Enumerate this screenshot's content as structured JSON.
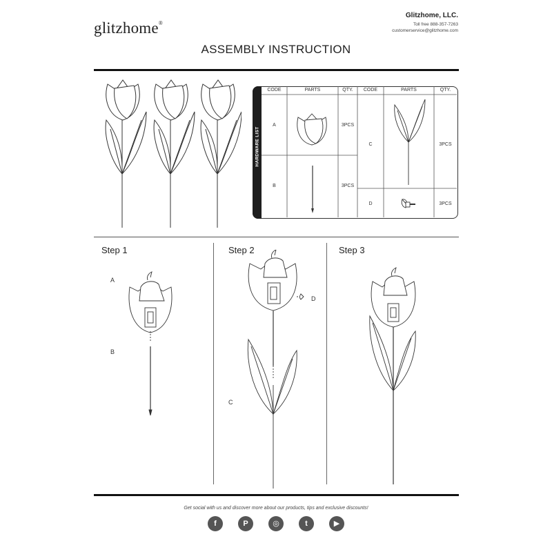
{
  "header": {
    "logo": "glitzhome",
    "logo_mark": "®",
    "company_name": "Glitzhome, LLC.",
    "toll_free": "Toll free 888-357-7263",
    "email": "customerservice@glitzhome.com",
    "title": "ASSEMBLY INSTRUCTION"
  },
  "hardware_list": {
    "side_label": "HARDWARE LIST",
    "headers": [
      "CODE",
      "PARTS",
      "QTY.",
      "CODE",
      "PARTS",
      "QTY."
    ],
    "items": [
      {
        "code": "A",
        "qty": "3PCS",
        "part_icon": "tulip-head-icon"
      },
      {
        "code": "B",
        "qty": "3PCS",
        "part_icon": "stake-rod-icon"
      },
      {
        "code": "C",
        "qty": "3PCS",
        "part_icon": "leaf-stem-icon"
      },
      {
        "code": "D",
        "qty": "3PCS",
        "part_icon": "wing-nut-icon"
      }
    ]
  },
  "steps": [
    {
      "label": "Step 1",
      "parts": [
        "A",
        "B"
      ]
    },
    {
      "label": "Step 2",
      "parts": [
        "D",
        "C"
      ]
    },
    {
      "label": "Step 3",
      "parts": []
    }
  ],
  "footer": {
    "text": "Get social with us and discover more about our products, tips and exclusive discounts!",
    "social": [
      {
        "icon": "facebook-icon",
        "glyph": "f"
      },
      {
        "icon": "pinterest-icon",
        "glyph": "P"
      },
      {
        "icon": "instagram-icon",
        "glyph": "◎"
      },
      {
        "icon": "twitter-icon",
        "glyph": "t"
      },
      {
        "icon": "youtube-icon",
        "glyph": "▶"
      }
    ]
  }
}
